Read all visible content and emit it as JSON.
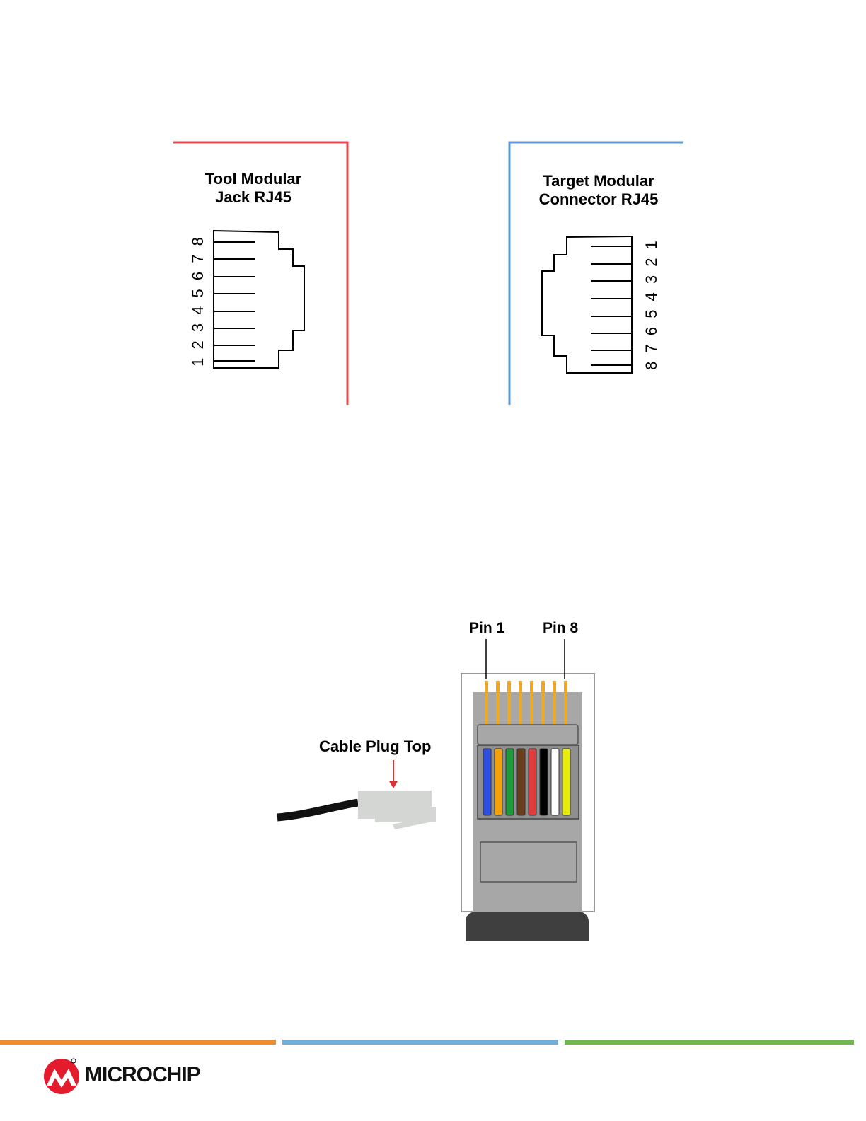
{
  "tool_jack": {
    "title_line1": "Tool Modular",
    "title_line2": "Jack RJ45",
    "pin_numbers": "1 2 3 4 5 6 7 8",
    "border_color": "#e8484b"
  },
  "target_connector": {
    "title_line1": "Target Modular",
    "title_line2": "Connector RJ45",
    "pin_numbers": "8 7 6 5 4 3 2 1",
    "border_color": "#5b9bd5"
  },
  "plug": {
    "pin1_label": "Pin 1",
    "pin8_label": "Pin 8",
    "cable_label": "Cable Plug Top",
    "wire_colors": [
      "#2f4fe0",
      "#f5a20a",
      "#1f9a3a",
      "#6b3e1e",
      "#e23b3b",
      "#000000",
      "#ffffff",
      "#e8ec0a"
    ]
  },
  "footer": {
    "brand": "MICROCHIP",
    "bar_colors": [
      "#f28b2a",
      "#70add8",
      "#6fb84b"
    ]
  }
}
